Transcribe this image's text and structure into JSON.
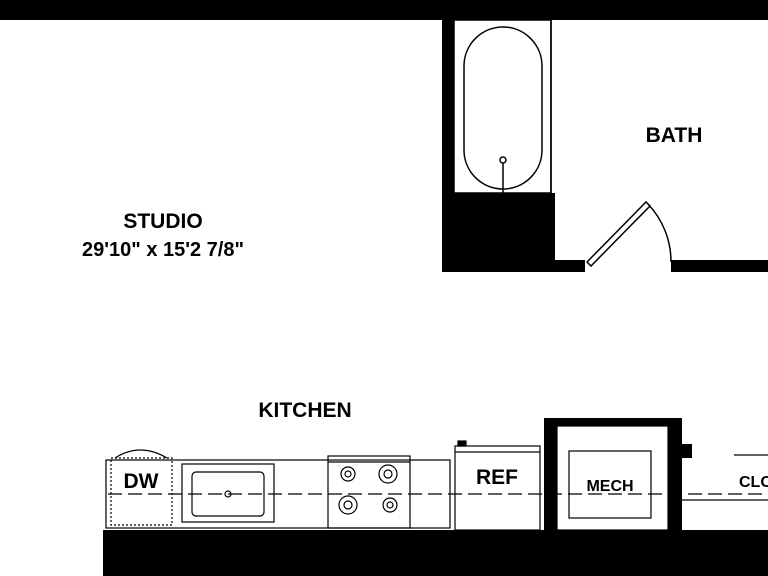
{
  "rooms": {
    "studio": {
      "name": "STUDIO",
      "dimensions": "29'10\" x 15'2 7/8\""
    },
    "bath": {
      "name": "BATH"
    },
    "kitchen": {
      "name": "KITCHEN"
    }
  },
  "fixtures": {
    "dishwasher": "DW",
    "refrigerator": "REF",
    "mechanical": "MECH",
    "closet": "CLO"
  },
  "colors": {
    "wall": "#000000",
    "background": "#ffffff",
    "fixture_line": "#000000"
  }
}
